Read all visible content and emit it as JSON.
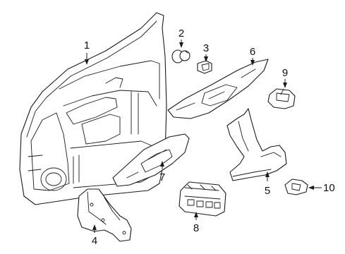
{
  "parts": [
    {
      "id": "1",
      "label": "1",
      "name": "door-trim-panel"
    },
    {
      "id": "2",
      "label": "2",
      "name": "clip"
    },
    {
      "id": "3",
      "label": "3",
      "name": "fastener"
    },
    {
      "id": "4",
      "label": "4",
      "name": "bracket"
    },
    {
      "id": "5",
      "label": "5",
      "name": "lower-finisher"
    },
    {
      "id": "6",
      "label": "6",
      "name": "upper-finisher"
    },
    {
      "id": "7",
      "label": "7",
      "name": "switch-bezel"
    },
    {
      "id": "8",
      "label": "8",
      "name": "master-window-switch"
    },
    {
      "id": "9",
      "label": "9",
      "name": "window-switch"
    },
    {
      "id": "10",
      "label": "10",
      "name": "switch-connector"
    }
  ],
  "colors": {
    "line": "#1a1a1a",
    "background": "#ffffff"
  }
}
